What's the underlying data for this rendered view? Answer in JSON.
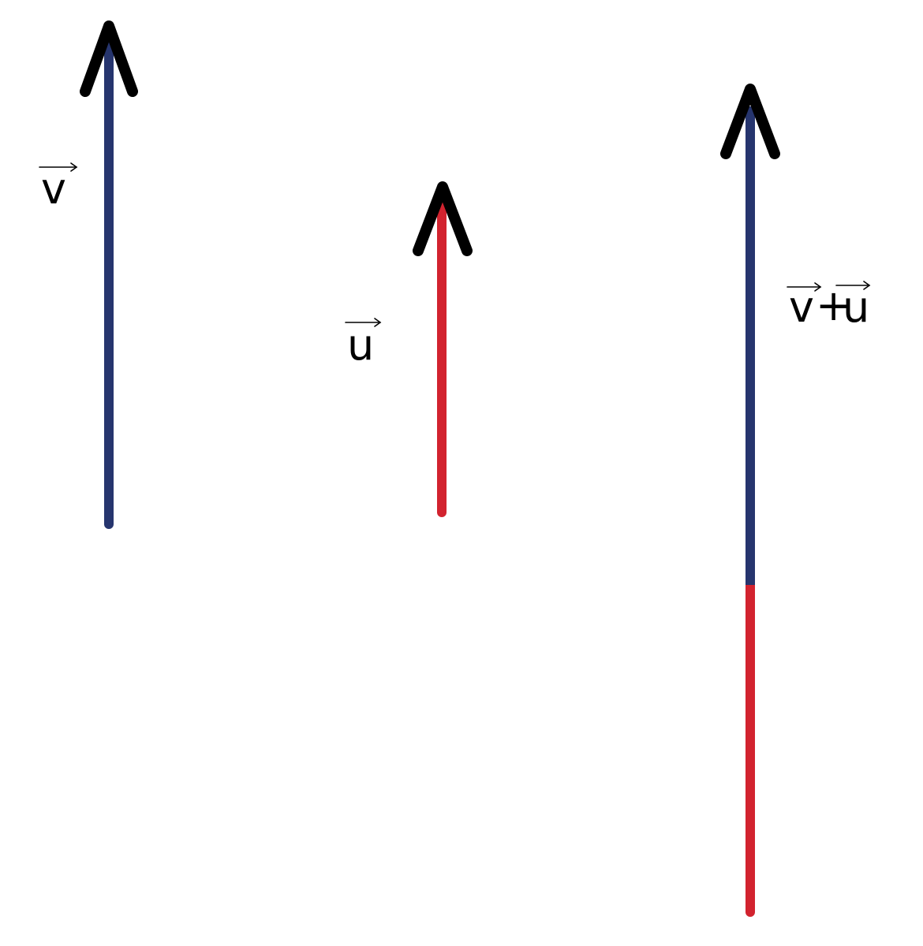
{
  "colors": {
    "vector_v": "#26356e",
    "vector_u": "#d2232f",
    "arrowhead": "#000000",
    "background": "#ffffff"
  },
  "vectors": {
    "v": {
      "label": "v"
    },
    "u": {
      "label": "u"
    },
    "sum": {
      "label_first": "v",
      "label_plus": "+",
      "label_second": "u"
    }
  }
}
